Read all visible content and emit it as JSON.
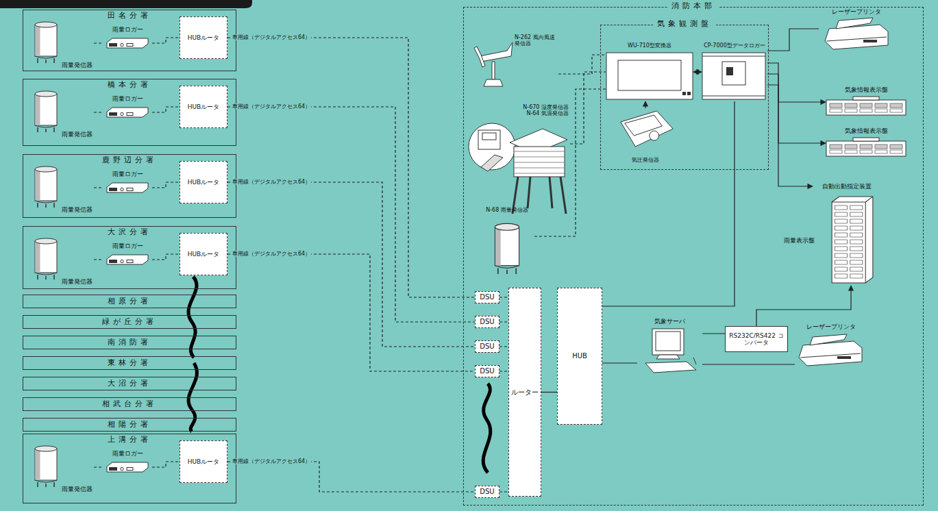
{
  "diagram": {
    "nodes": [
      {
        "text": [
          "田名分署"
        ]
      },
      {
        "text": [
          "雨量発信器"
        ],
        "in": 0
      },
      {
        "text": [
          "雨量ロガー"
        ],
        "in": 0
      },
      {
        "text": [
          "HUBルータ"
        ],
        "in": 0
      },
      {
        "text": [
          "橋本分署"
        ]
      },
      {
        "text": [
          "雨量発信器"
        ],
        "in": 4
      },
      {
        "text": [
          "雨量ロガー"
        ],
        "in": 4
      },
      {
        "text": [
          "HUBルータ"
        ],
        "in": 4
      },
      {
        "text": [
          "鹿野辺分署"
        ]
      },
      {
        "text": [
          "雨量発信器"
        ],
        "in": 8
      },
      {
        "text": [
          "雨量ロガー"
        ],
        "in": 8
      },
      {
        "text": [
          "HUBルータ"
        ],
        "in": 8
      },
      {
        "text": [
          "大沢分署"
        ]
      },
      {
        "text": [
          "雨量発信器"
        ],
        "in": 12
      },
      {
        "text": [
          "雨量ロガー"
        ],
        "in": 12
      },
      {
        "text": [
          "HUBルータ"
        ],
        "in": 12
      },
      {
        "text": [
          "相原分署"
        ]
      },
      {
        "text": [
          "緑が丘分署"
        ]
      },
      {
        "text": [
          "南消防署"
        ]
      },
      {
        "text": [
          "東林分署"
        ]
      },
      {
        "text": [
          "大沼分署"
        ]
      },
      {
        "text": [
          "相武台分署"
        ]
      },
      {
        "text": [
          "相陽分署"
        ]
      },
      {
        "text": [
          "上溝分署"
        ]
      },
      {
        "text": [
          "雨量発信器"
        ],
        "in": 23
      },
      {
        "text": [
          "雨量ロガー"
        ],
        "in": 23
      },
      {
        "text": [
          "HUBルータ"
        ],
        "in": 23
      },
      {
        "text": [
          "消防本部"
        ]
      },
      {
        "text": [
          "N-262 風向風速発信器"
        ],
        "in": 27
      },
      {
        "text": [
          "N-670 湿度発信器",
          "N-64 気温発信器"
        ],
        "in": 27
      },
      {
        "text": [
          "気象観測盤"
        ],
        "in": 27
      },
      {
        "text": [
          "WU-710型変換器"
        ],
        "in": 30
      },
      {
        "text": [
          "CP-7000型データロガー"
        ],
        "in": 30
      },
      {
        "text": [
          "気圧発信器"
        ],
        "in": 30
      },
      {
        "text": [
          "N-68 雨量発信器"
        ],
        "in": 27
      },
      {
        "text": [
          "レーザープリンタ"
        ],
        "in": 27
      },
      {
        "text": [
          "気象情報表示盤"
        ],
        "in": 27
      },
      {
        "text": [
          "気象情報表示盤"
        ],
        "in": 27
      },
      {
        "text": [
          "自動出動指定装置"
        ],
        "in": 27
      },
      {
        "text": [
          "雨量表示盤"
        ],
        "in": 27
      },
      {
        "text": [
          "DSU"
        ],
        "in": 27
      },
      {
        "text": [
          "DSU"
        ],
        "in": 27
      },
      {
        "text": [
          "DSU"
        ],
        "in": 27
      },
      {
        "text": [
          "DSU"
        ],
        "in": 27
      },
      {
        "text": [
          "DSU"
        ],
        "in": 27
      },
      {
        "text": [
          "ルーター"
        ],
        "in": 27
      },
      {
        "text": [
          "HUB"
        ],
        "in": 27
      },
      {
        "text": [
          "気象サーバ"
        ],
        "in": 27
      },
      {
        "text": [
          "RS232C/RS422 コンバータ"
        ],
        "in": 27
      },
      {
        "text": [
          "レーザープリンタ"
        ],
        "in": 27
      }
    ],
    "edges": [
      {
        "from": 1,
        "to": 2,
        "arrow": "none"
      },
      {
        "from": 2,
        "to": 3,
        "arrow": "none"
      },
      {
        "from": 3,
        "to": 40,
        "label": "専用線（デジタルアクセス64）",
        "arrow": "none"
      },
      {
        "from": 5,
        "to": 6,
        "arrow": "none"
      },
      {
        "from": 6,
        "to": 7,
        "arrow": "none"
      },
      {
        "from": 7,
        "to": 41,
        "label": "専用線（デジタルアクセス64）",
        "arrow": "none"
      },
      {
        "from": 9,
        "to": 10,
        "arrow": "none"
      },
      {
        "from": 10,
        "to": 11,
        "arrow": "none"
      },
      {
        "from": 11,
        "to": 42,
        "label": "専用線（デジタルアクセス64）",
        "arrow": "none"
      },
      {
        "from": 13,
        "to": 14,
        "arrow": "none"
      },
      {
        "from": 14,
        "to": 15,
        "arrow": "none"
      },
      {
        "from": 15,
        "to": 43,
        "label": "専用線（デジタルアクセス64）",
        "arrow": "none"
      },
      {
        "from": 24,
        "to": 25,
        "arrow": "none"
      },
      {
        "from": 25,
        "to": 26,
        "arrow": "none"
      },
      {
        "from": 26,
        "to": 44,
        "label": "専用線（デジタルアクセス64）",
        "arrow": "none"
      },
      {
        "from": 28,
        "to": 31,
        "arrow": "none"
      },
      {
        "from": 29,
        "to": 31,
        "arrow": "none"
      },
      {
        "from": 34,
        "to": 31,
        "arrow": "none"
      },
      {
        "from": 31,
        "to": 32,
        "arrow": "both"
      },
      {
        "from": 33,
        "to": 31,
        "arrow": "to"
      },
      {
        "from": 32,
        "to": 35,
        "arrow": "none"
      },
      {
        "from": 32,
        "to": 36,
        "arrow": "to"
      },
      {
        "from": 32,
        "to": 37,
        "arrow": "to"
      },
      {
        "from": 32,
        "to": 38,
        "arrow": "to"
      },
      {
        "from": 40,
        "to": 45,
        "arrow": "none"
      },
      {
        "from": 41,
        "to": 45,
        "arrow": "none"
      },
      {
        "from": 42,
        "to": 45,
        "arrow": "none"
      },
      {
        "from": 43,
        "to": 45,
        "arrow": "none"
      },
      {
        "from": 44,
        "to": 45,
        "arrow": "none"
      },
      {
        "from": 45,
        "to": 46,
        "arrow": "none"
      },
      {
        "from": 46,
        "to": 32,
        "arrow": "none"
      },
      {
        "from": 46,
        "to": 47,
        "arrow": "none"
      },
      {
        "from": 47,
        "to": 48,
        "arrow": "none"
      },
      {
        "from": 48,
        "to": 39,
        "arrow": "to"
      },
      {
        "from": 47,
        "to": 49,
        "arrow": "none"
      }
    ]
  }
}
